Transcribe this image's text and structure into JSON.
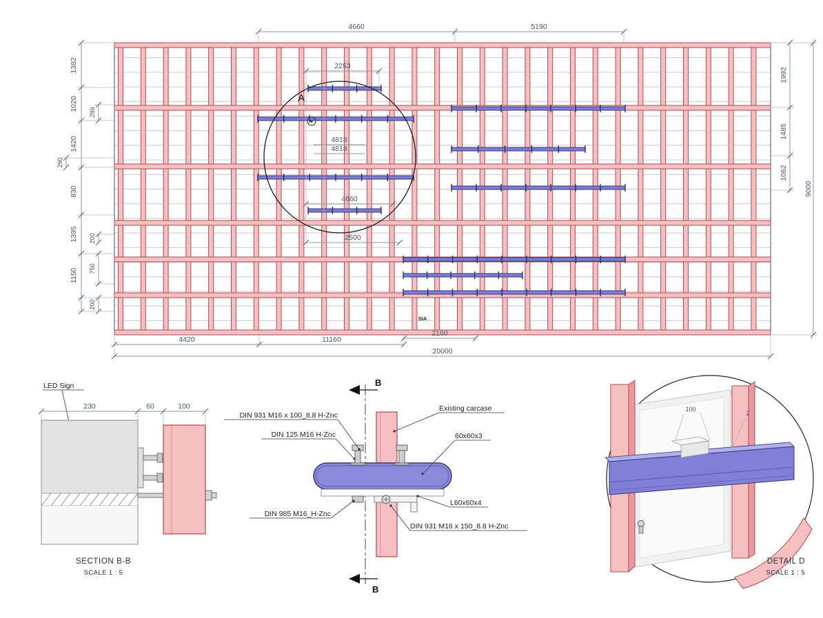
{
  "plan": {
    "detail_marker": "A",
    "brand": "SIA",
    "dims_top": [
      "4660",
      "5190"
    ],
    "dim_upper_inner": "2253",
    "dims_inner": [
      "4818",
      "4818",
      "4660",
      "2500"
    ],
    "dims_left": [
      "1382",
      "1020",
      "1420",
      "830",
      "1395",
      "1150"
    ],
    "dims_left_sub": [
      "289",
      "290",
      "200",
      "750",
      "200"
    ],
    "dims_right": [
      "1992",
      "1485",
      "1062"
    ],
    "dim_total_height": "9000",
    "dims_bottom": [
      "4420",
      "11160",
      "2160"
    ],
    "dim_total_width": "20000"
  },
  "section_bb": {
    "led_label": "LED Sign",
    "dims": [
      "230",
      "60",
      "100"
    ],
    "title": "SECTION B-B",
    "scale": "SCALE  1 : 5"
  },
  "section_cut": {
    "marker_top": "B",
    "marker_bottom": "B",
    "callout_bolt_100": "DIN 931 M16 x 100_8.8 H-Znc",
    "callout_washer": "DIN 125 M16 H-Znc",
    "callout_carcase": "Existing carcase",
    "callout_tube": "60x60x3",
    "callout_nut": "DIN 985 M16_H-Znc",
    "callout_angle": "L60x60x4",
    "callout_bolt_150": "DIN 931 M16 x 150_8.8 H-Znc"
  },
  "detail_d": {
    "title": "DETAIL D",
    "scale": "SCALE  1 : 5",
    "dim_100": "100",
    "dim_2": "2"
  },
  "colors": {
    "column_fill": "#f6bfc1",
    "column_stroke": "#a84b52",
    "beam_fill": "#8a8ada",
    "beam_stroke": "#3a3a80",
    "dim_line": "#8a94a6",
    "text": "#4a5568"
  }
}
